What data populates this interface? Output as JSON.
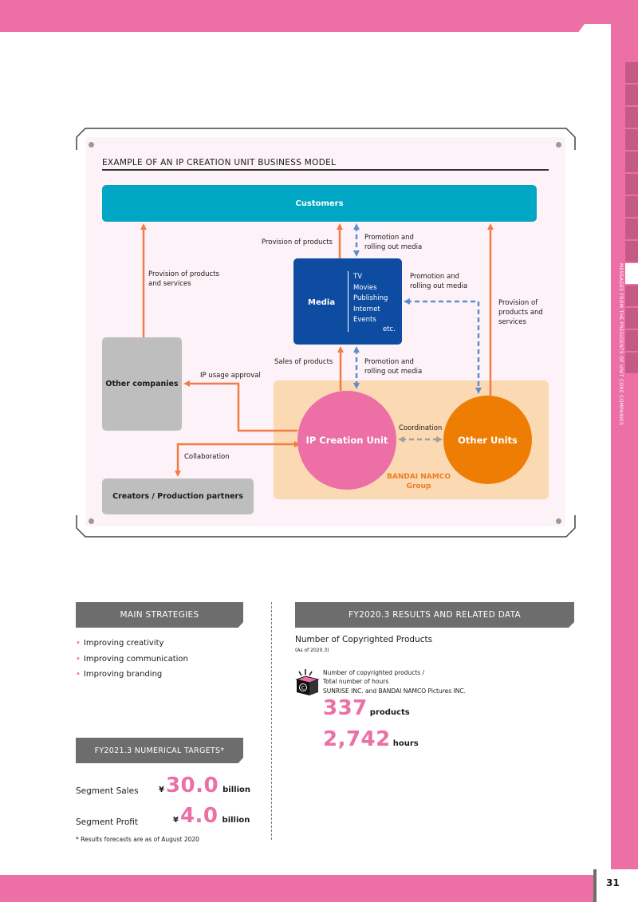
{
  "page": {
    "side_title": "MESSAGES FROM THE PRESIDENTS OF UNIT CORE COMPANIES",
    "page_number": "31",
    "brand_pink": "#ec6fa5"
  },
  "diagram": {
    "title": "EXAMPLE OF AN IP CREATION UNIT BUSINESS MODEL",
    "customers": "Customers",
    "media": {
      "label": "Media",
      "items": [
        "TV",
        "Movies",
        "Publishing",
        "Internet",
        "Events"
      ],
      "etc": "etc."
    },
    "other_companies": "Other companies",
    "creators": "Creators / Production partners",
    "ip_creation_unit": "IP Creation Unit",
    "other_units": "Other Units",
    "group_line1": "BANDAI NAMCO",
    "group_line2": "Group",
    "labels": {
      "provision_products_services_1": "Provision of products",
      "provision_products_services_2": "and services",
      "provision_products": "Provision of products",
      "promotion_top_1": "Promotion and",
      "promotion_top_2": "rolling out media",
      "promotion_right_1": "Promotion and",
      "promotion_right_2": "rolling out media",
      "provision_right_1": "Provision of",
      "provision_right_2": "products and",
      "provision_right_3": "services",
      "sales_products": "Sales of products",
      "promotion_bottom_1": "Promotion and",
      "promotion_bottom_2": "rolling out media",
      "ip_usage": "IP usage approval",
      "collaboration": "Collaboration",
      "coordination": "Coordination"
    },
    "colors": {
      "customers": "#00a7c5",
      "media": "#0e4ca1",
      "ip_unit": "#ec6fa5",
      "other_units": "#ee7d04",
      "group_bg": "#fbd9b2",
      "arrow": "#ef7d45",
      "dashed_arrow": "#5b8fd0"
    }
  },
  "strategies": {
    "header": "MAIN STRATEGIES",
    "items": [
      "Improving creativity",
      "Improving communication",
      "Improving branding"
    ]
  },
  "targets": {
    "header": "FY2021.3 NUMERICAL TARGETS*",
    "sales_label": "Segment Sales",
    "sales_currency": "¥",
    "sales_value": "30.0",
    "sales_unit": "billion",
    "profit_label": "Segment Profit",
    "profit_currency": "¥",
    "profit_value": "4.0",
    "profit_unit": "billion",
    "footnote": "* Results forecasts are as of August 2020"
  },
  "results": {
    "header": "FY2020.3 RESULTS AND RELATED DATA",
    "title": "Number of Copyrighted Products",
    "as_of": "(As of 2020.3)",
    "sub_line1": "Number of copyrighted products /",
    "sub_line2": "Total number of hours",
    "companies": "SUNRISE INC. and BANDAI NAMCO Pictures INC.",
    "products_value": "337",
    "products_unit": "products",
    "hours_value": "2,742",
    "hours_unit": "hours",
    "icon": "copyright-box-icon"
  }
}
